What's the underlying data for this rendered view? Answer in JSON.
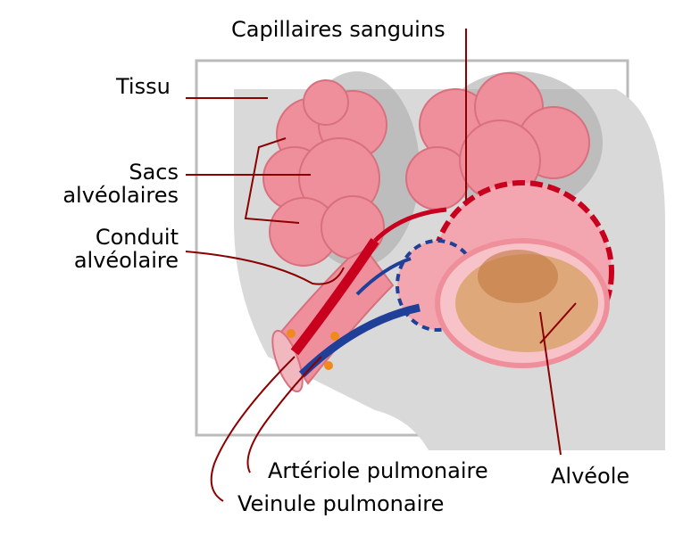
{
  "labels": {
    "capillaries": "Capillaires sanguins",
    "tissue": "Tissu",
    "sacs_line1": "Sacs",
    "sacs_line2": "alvéolaires",
    "duct_line1": "Conduit",
    "duct_line2": "alvéolaire",
    "arteriole": "Artériole pulmonaire",
    "venule": "Veinule pulmonaire",
    "alveolus": "Alvéole"
  },
  "colors": {
    "leader": "#8b0000",
    "tissue": "#d9d9d9",
    "alveolar_pink": "#ef8f9b",
    "artery": "#c8001e",
    "vein": "#1f3f99",
    "alveolus_interior": "#d9a36c"
  }
}
